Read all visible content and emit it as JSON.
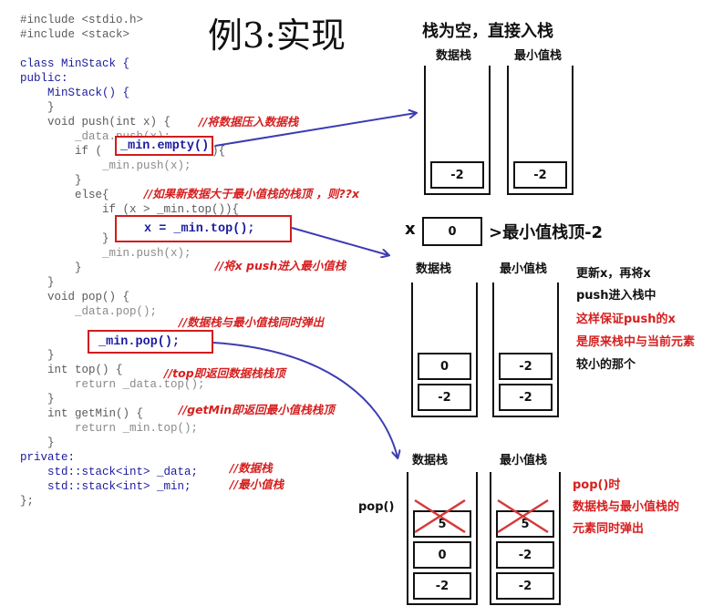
{
  "title": "例3:实现",
  "code": {
    "include1": "#include <stdio.h>",
    "include2": "#include <stack>",
    "class_line": "class MinStack {",
    "public": "public:",
    "ctor": "MinStack() {",
    "ctor_close": "}",
    "push_decl": "void push(int x) {",
    "push_body1": "_data.push(x);",
    "if_kw": "if (",
    "if_tail": "){",
    "min_push1": "_min.push(x);",
    "close_brace": "}",
    "else": "else{",
    "if2": "if (x > _min.top()){",
    "close_brace2": "}",
    "min_push2": "_min.push(x);",
    "close_brace3": "}",
    "close_brace4": "}",
    "pop_decl": "void pop() {",
    "pop_body": "_data.pop();",
    "close_brace5": "}",
    "top_decl": "int top() {",
    "top_body": "return _data.top();",
    "close_brace6": "}",
    "getmin_decl": "int getMin() {",
    "getmin_body": "return _min.top();",
    "close_brace7": "}",
    "private": "private:",
    "data_decl": "std::stack<int> _data;",
    "min_decl": "std::stack<int> _min;",
    "class_close": "};",
    "box_empty": "_min.empty()",
    "box_assign": "x = _min.top();",
    "box_pop": "_min.pop();"
  },
  "annotations": {
    "push": "//将数据压入数据栈",
    "else": "//如果新数据大于最小值栈的栈顶 ，则??x",
    "push_min": "//将x push进入最小值栈",
    "pop": "//数据栈与最小值栈同时弹出",
    "top": "//top即返回数据栈栈顶",
    "getmin": "//getMin即返回最小值栈栈顶",
    "data": "//数据栈",
    "min": "//最小值栈"
  },
  "diagram1": {
    "heading": "栈为空，直接入栈",
    "data_label": "数据栈",
    "min_label": "最小值栈",
    "data_cells": [
      "-2"
    ],
    "min_cells": [
      "-2"
    ]
  },
  "compare": {
    "x_label": "x",
    "x_value": "0",
    "text": ">最小值栈顶-2"
  },
  "diagram2": {
    "data_label": "数据栈",
    "min_label": "最小值栈",
    "data_cells": [
      "0",
      "-2"
    ],
    "min_cells": [
      "-2",
      "-2"
    ],
    "note_dark_1": "更新x，再将x",
    "note_dark_2": "push进入栈中",
    "note_red_1": "这样保证push的x",
    "note_red_2": "是原来栈中与当前元素",
    "note_red_3": "较小的那个"
  },
  "diagram3": {
    "pop_label": "pop()",
    "data_label": "数据栈",
    "min_label": "最小值栈",
    "data_cells": [
      "5",
      "0",
      "-2"
    ],
    "min_cells": [
      "5",
      "-2",
      "-2"
    ],
    "note_1": "pop()时",
    "note_2": "数据栈与最小值栈的",
    "note_3": "元素同时弹出"
  },
  "colors": {
    "annotation": "#d61f1f",
    "keyword": "#1a1aa0",
    "arrow": "#3c3cb4",
    "cross": "#d43a3a"
  }
}
